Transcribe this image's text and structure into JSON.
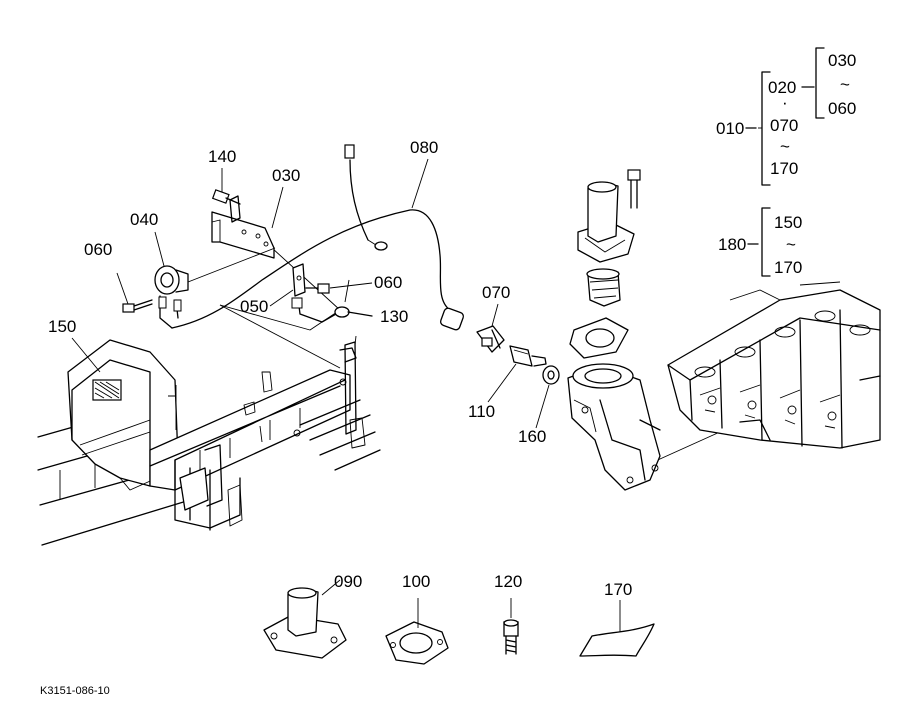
{
  "diagram": {
    "code": "K3151-086-10",
    "callouts": {
      "c140": "140",
      "c030": "030",
      "c040": "040",
      "c060a": "060",
      "c050": "050",
      "c060b": "060",
      "c130": "130",
      "c080": "080",
      "c070": "070",
      "c110": "110",
      "c160": "160",
      "c150": "150",
      "c090": "090",
      "c100": "100",
      "c120": "120",
      "c170": "170"
    },
    "tree": {
      "root": "010",
      "g020": "020",
      "dot": "·",
      "g070": "070",
      "tilde1": "~",
      "g170": "170",
      "s030": "030",
      "tilde2": "~",
      "s060": "060",
      "root2": "180",
      "h150": "150",
      "tilde3": "~",
      "h170": "170"
    }
  }
}
